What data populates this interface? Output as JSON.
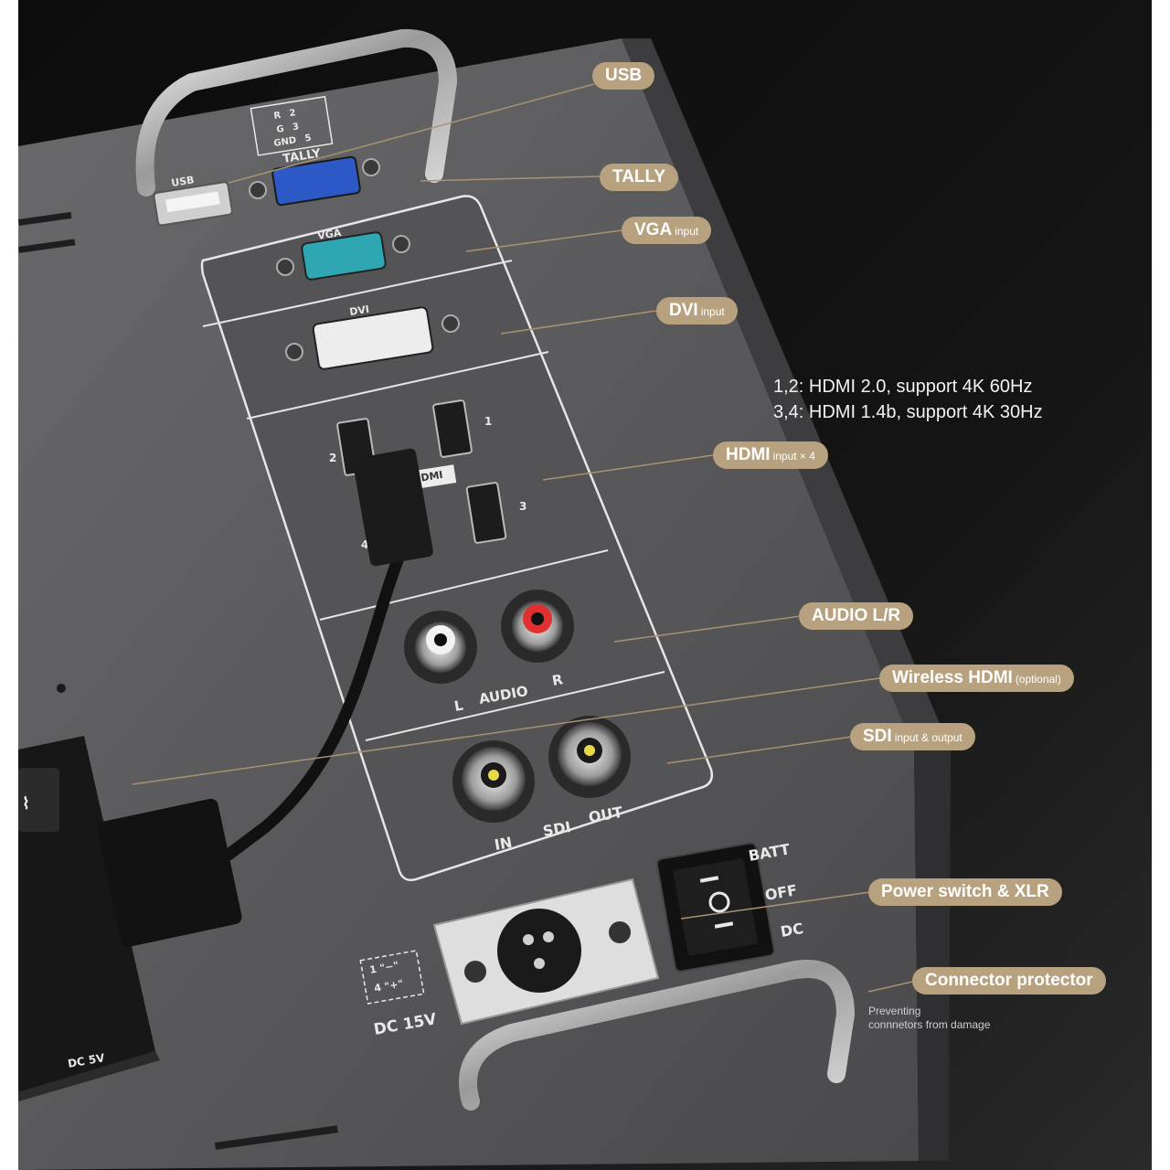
{
  "labels": {
    "usb": "USB",
    "tally": "TALLY",
    "vga": "VGA",
    "vga_sub": "input",
    "dvi": "DVI",
    "dvi_sub": "input",
    "hdmi": "HDMI",
    "hdmi_sub": "input × 4",
    "audio": "AUDIO L/R",
    "wireless": "Wireless HDMI",
    "wireless_sub": "(optional)",
    "sdi": "SDI",
    "sdi_sub": "input & output",
    "power": "Power switch & XLR",
    "protector": "Connector protector",
    "protector_desc_1": "Preventing",
    "protector_desc_2": "connnetors from damage"
  },
  "hdmi_note": {
    "line1": "1,2: HDMI 2.0, support 4K 60Hz",
    "line2": "3,4: HDMI 1.4b, support 4K 30Hz"
  },
  "panel": {
    "usb": "USB",
    "tally": "TALLY",
    "tally_r": "R",
    "tally_r_pin": "2",
    "tally_g": "G",
    "tally_g_pin": "3",
    "tally_gnd": "GND",
    "tally_gnd_pin": "5",
    "vga": "VGA",
    "dvi": "DVI",
    "hdmi": "HDMI",
    "hdmi1": "1",
    "hdmi2": "2",
    "hdmi3": "3",
    "hdmi4": "4",
    "audio": "AUDIO",
    "audio_l": "L",
    "audio_r": "R",
    "sdi": "SDI",
    "sdi_in": "IN",
    "sdi_out": "OUT",
    "batt": "BATT",
    "off": "OFF",
    "dc": "DC",
    "dc15": "DC 15V",
    "pin1": "1 \"−\"",
    "pin4": "4 \"+\"",
    "dc5": "DC 5V"
  },
  "colors": {
    "background": "#000000",
    "panel": "#5b5b5d",
    "label_pill": "#b8a17e",
    "leader_line": "#a89272",
    "vga_port": "#2fa7b3",
    "tally_port": "#2c59c6"
  }
}
